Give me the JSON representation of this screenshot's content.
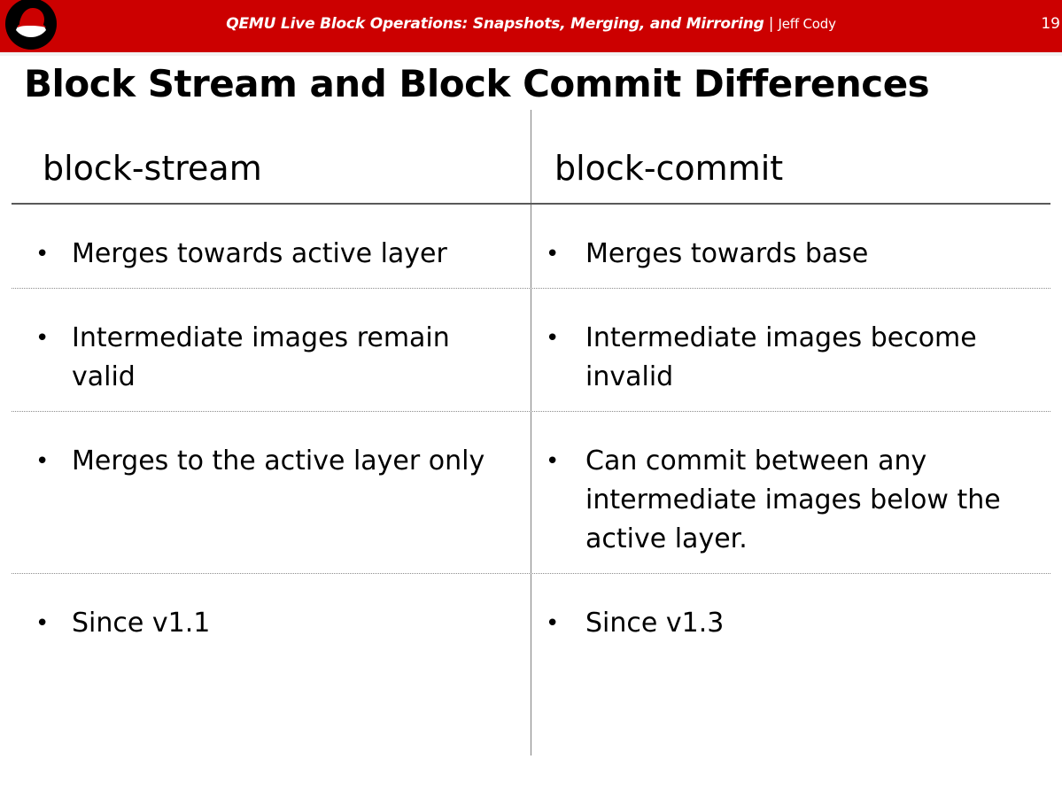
{
  "header": {
    "title_main": "QEMU Live Block Operations: Snapshots, Merging, and Mirroring",
    "separator": " | ",
    "author": "Jeff Cody",
    "page_number": "19",
    "logo_name": "red-hat-shadowman-logo",
    "bar_color": "#cc0000",
    "text_color": "#ffffff"
  },
  "slide": {
    "title": "Block Stream and Block Commit Differences"
  },
  "table": {
    "columns": [
      {
        "header": "block-stream"
      },
      {
        "header": "block-commit"
      }
    ],
    "bullet_glyph": "•",
    "rows": [
      {
        "left": "Merges towards active layer",
        "right": "Merges towards base"
      },
      {
        "left": "Intermediate images remain valid",
        "right": "Intermediate images become invalid"
      },
      {
        "left": "Merges to the active layer only",
        "right": "Can commit between any intermediate images below the active layer."
      },
      {
        "left": "Since v1.1",
        "right": "Since v1.3"
      }
    ]
  }
}
